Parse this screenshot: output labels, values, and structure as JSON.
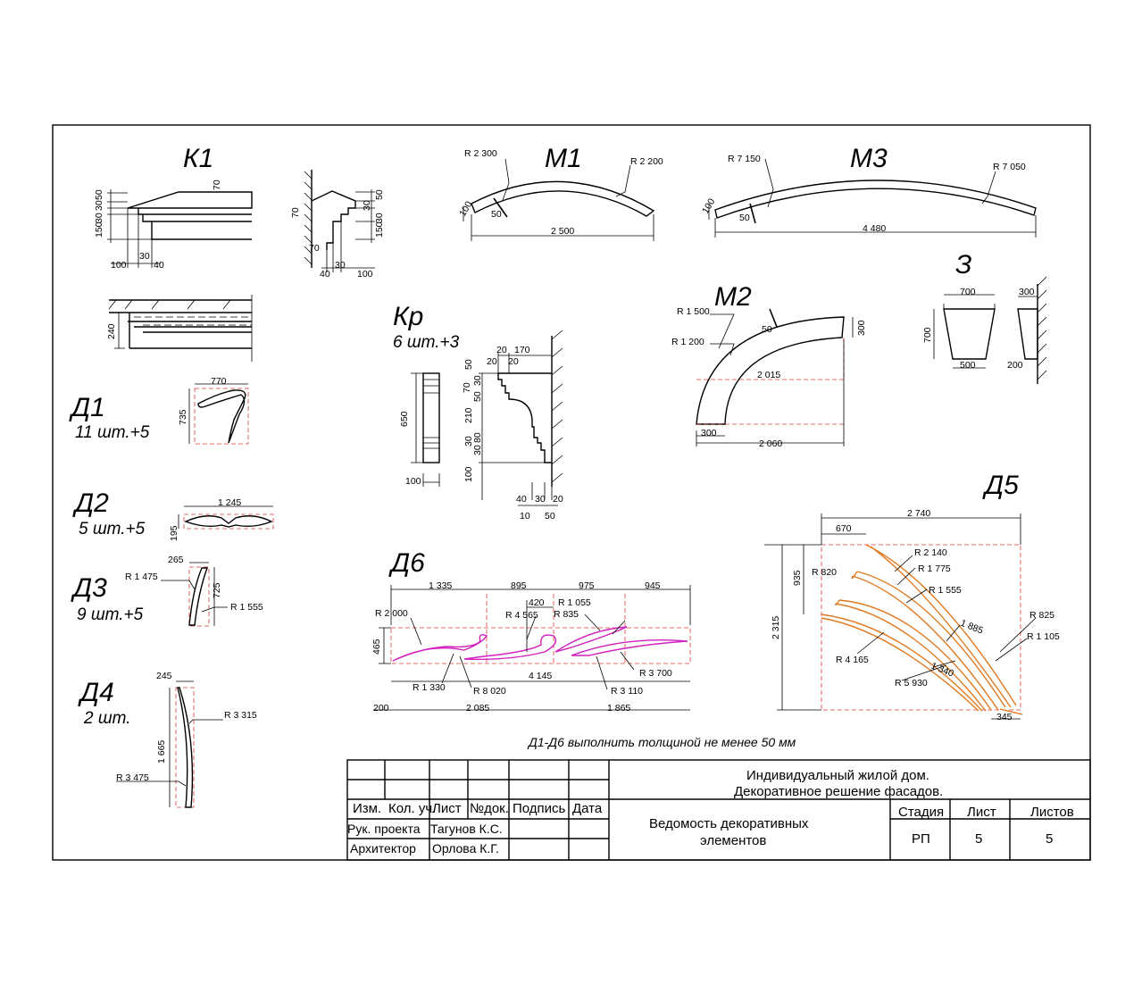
{
  "titles": {
    "k1": "К1",
    "m1": "М1",
    "m3": "М3",
    "z": "З",
    "m2": "М2",
    "kr": "Кр",
    "d1": "Д1",
    "d2": "Д2",
    "d3": "Д3",
    "d4": "Д4",
    "d5": "Д5",
    "d6": "Д6"
  },
  "quantities": {
    "kr": "6 шт.+3",
    "d1": "11 шт.+5",
    "d2": "5 шт.+5",
    "d3": "9 шт.+5",
    "d4": "2 шт."
  },
  "note": "Д1-Д6 выполнить толщиной не менее 50 мм",
  "dims": {
    "k1": [
      "50",
      "30",
      "30",
      "150",
      "70",
      "100",
      "30",
      "40"
    ],
    "k1_side": [
      "70",
      "50",
      "30",
      "30",
      "150",
      "70",
      "40",
      "30",
      "100"
    ],
    "k1_plan": "240",
    "m1": {
      "r_outer": "R 2 300",
      "r_inner": "R 2 200",
      "h": "100",
      "w": "50",
      "span": "2 500"
    },
    "m3": {
      "r_outer": "R 7 150",
      "r_inner": "R 7 050",
      "h": "100",
      "w": "50",
      "span": "4 480"
    },
    "m2": {
      "r_outer": "R 1 500",
      "r_inner": "R 1 200",
      "w": "50",
      "h": "300",
      "inner": "2 015",
      "base": "300",
      "span": "2 060"
    },
    "z": {
      "top": "700",
      "right_top": "300",
      "h": "700",
      "bottom": "500",
      "right_bottom": "200"
    },
    "kr": {
      "h": "650",
      "w": "100",
      "p": [
        "20",
        "170",
        "20",
        "20",
        "50",
        "70",
        "30",
        "50",
        "210",
        "30",
        "80",
        "30",
        "100",
        "40",
        "30",
        "20",
        "10",
        "50"
      ]
    },
    "d1": {
      "w": "770",
      "h": "735"
    },
    "d2": {
      "w": "1 245",
      "h": "195"
    },
    "d3": {
      "w": "265",
      "r1": "R 1 475",
      "h": "725",
      "r2": "R 1 555"
    },
    "d4": {
      "w": "245",
      "r1": "R 3 315",
      "h": "1 665",
      "r2": "R 3 475"
    },
    "d5": {
      "w": "2 740",
      "o": "670",
      "h1": "935",
      "h": "2 315",
      "r820": "R 820",
      "r2140": "R 2 140",
      "r1775": "R 1 775",
      "r1555": "R 1 555",
      "d1885": "1 885",
      "r825": "R 825",
      "r1105": "R 1 105",
      "r4165": "R 4 165",
      "d1340": "1 340",
      "r5930": "R 5 930",
      "b345": "345"
    },
    "d6": {
      "a": "1 335",
      "b": "895",
      "c": "975",
      "d": "945",
      "e": "420",
      "r1055": "R 1 055",
      "r2000": "R 2 000",
      "r4565": "R 4 565",
      "r835": "R 835",
      "h": "465",
      "total": "4 145",
      "r3700": "R 3 700",
      "r1330": "R 1 330",
      "r8020": "R 8 020",
      "r3110": "R 3 110",
      "s200": "200",
      "s2085": "2 085",
      "s1865": "1 865"
    }
  },
  "title_block": {
    "project": "Индивидуальный жилой дом.",
    "subject": "Декоративное решение фасадов.",
    "sheet_name_1": "Ведомость декоративных",
    "sheet_name_2": "элементов",
    "headers": [
      "Изм.",
      "Кол. уч.",
      "Лист",
      "№док.",
      "Подпись",
      "Дата"
    ],
    "stage_label": "Стадия",
    "sheet_label": "Лист",
    "sheets_label": "Листов",
    "stage": "РП",
    "sheet": "5",
    "sheets": "5",
    "role1": "Рук. проекта",
    "name1": "Тагунов К.С.",
    "role2": "Архитектор",
    "name2": "Орлова К.Г."
  }
}
